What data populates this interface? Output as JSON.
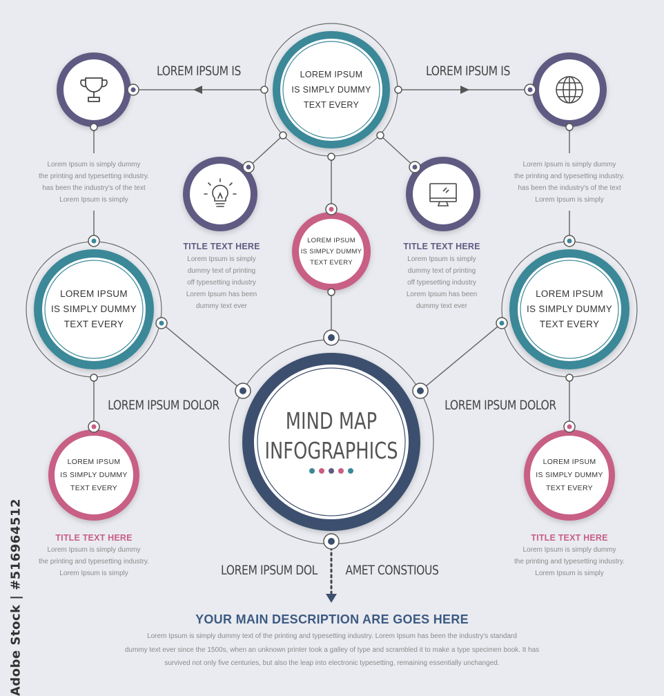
{
  "colors": {
    "teal": "#3a8898",
    "purple": "#5f5a82",
    "pink": "#c85e84",
    "navy": "#3d4f6e",
    "line": "#6a6a6a",
    "title_purple": "#5f5a82",
    "title_pink": "#c85e84",
    "main_title": "#3d5a82"
  },
  "center": {
    "title_line1": "MIND MAP",
    "title_line2": "INFOGRAPHICS",
    "dots": [
      "#3a8898",
      "#c85e84",
      "#5f5a82",
      "#c85e84",
      "#3a8898"
    ]
  },
  "top_hub": {
    "line1": "LOREM IPSUM",
    "line2": "IS SIMPLY DUMMY",
    "line3": "TEXT EVERY"
  },
  "middle_hub": {
    "line1": "LOREM IPSUM",
    "line2": "IS SIMPLY DUMMY",
    "line3": "TEXT EVERY"
  },
  "left_hub": {
    "line1": "LOREM IPSUM",
    "line2": "IS SIMPLY DUMMY",
    "line3": "TEXT EVERY"
  },
  "right_hub": {
    "line1": "LOREM IPSUM",
    "line2": "IS SIMPLY DUMMY",
    "line3": "TEXT EVERY"
  },
  "left_bottom_node": {
    "line1": "LOREM IPSUM",
    "line2": "IS SIMPLY DUMMY",
    "line3": "TEXT EVERY"
  },
  "right_bottom_node": {
    "line1": "LOREM IPSUM",
    "line2": "IS SIMPLY DUMMY",
    "line3": "TEXT EVERY"
  },
  "labels": {
    "top_left_arrow": "LOREM IPSUM IS",
    "top_right_arrow": "LOREM IPSUM IS",
    "left_dolor": "LOREM IPSUM DOLOR",
    "right_dolor": "LOREM IPSUM DOLOR",
    "bottom_left": "LOREM IPSUM DOL",
    "bottom_right": "AMET CONSTIOUS"
  },
  "icons": {
    "top_left": "trophy-icon",
    "top_right": "globe-icon",
    "bulb": "lightbulb-icon",
    "monitor": "monitor-icon"
  },
  "top_left_desc": {
    "line1": "Lorem Ipsum is simply dummy",
    "line2": "the printing and typesetting industry.",
    "line3": "has been the industry's of the text",
    "line4": "Lorem Ipsum is simply"
  },
  "top_right_desc": {
    "line1": "Lorem Ipsum is simply dummy",
    "line2": "the printing and typesetting industry.",
    "line3": "has been the industry's of the text",
    "line4": "Lorem Ipsum is simply"
  },
  "bulb_block": {
    "title": "TITLE TEXT HERE",
    "line1": "Lorem Ipsum is simply",
    "line2": "dummy text of printing",
    "line3": "off typesetting industry",
    "line4": "Lorem Ipsum has been",
    "line5": "dummy text ever"
  },
  "monitor_block": {
    "title": "TITLE TEXT HERE",
    "line1": "Lorem Ipsum is simply",
    "line2": "dummy text of printing",
    "line3": "off typesetting industry",
    "line4": "Lorem Ipsum has been",
    "line5": "dummy text ever"
  },
  "left_bottom_block": {
    "title": "TITLE TEXT HERE",
    "line1": "Lorem Ipsum is simply dummy",
    "line2": "the printing and typesetting industry.",
    "line3": "Lorem Ipsum is simply"
  },
  "right_bottom_block": {
    "title": "TITLE TEXT HERE",
    "line1": "Lorem Ipsum is simply dummy",
    "line2": "the printing and typesetting industry.",
    "line3": "Lorem Ipsum is simply"
  },
  "main_description": {
    "title": "YOUR MAIN DESCRIPTION ARE GOES HERE",
    "line1": "Lorem Ipsum is simply dummy text of the printing and typesetting industry. Lorem Ipsum has been the industry's standard",
    "line2": "dummy text ever since the 1500s, when an unknown printer took  a galley of type and scrambled it to make a type specimen book. It has",
    "line3": "survived not only five centuries, but also the leap into electronic typesetting, remaining essentially unchanged."
  },
  "stock_id": "Adobe Stock | #516964512"
}
